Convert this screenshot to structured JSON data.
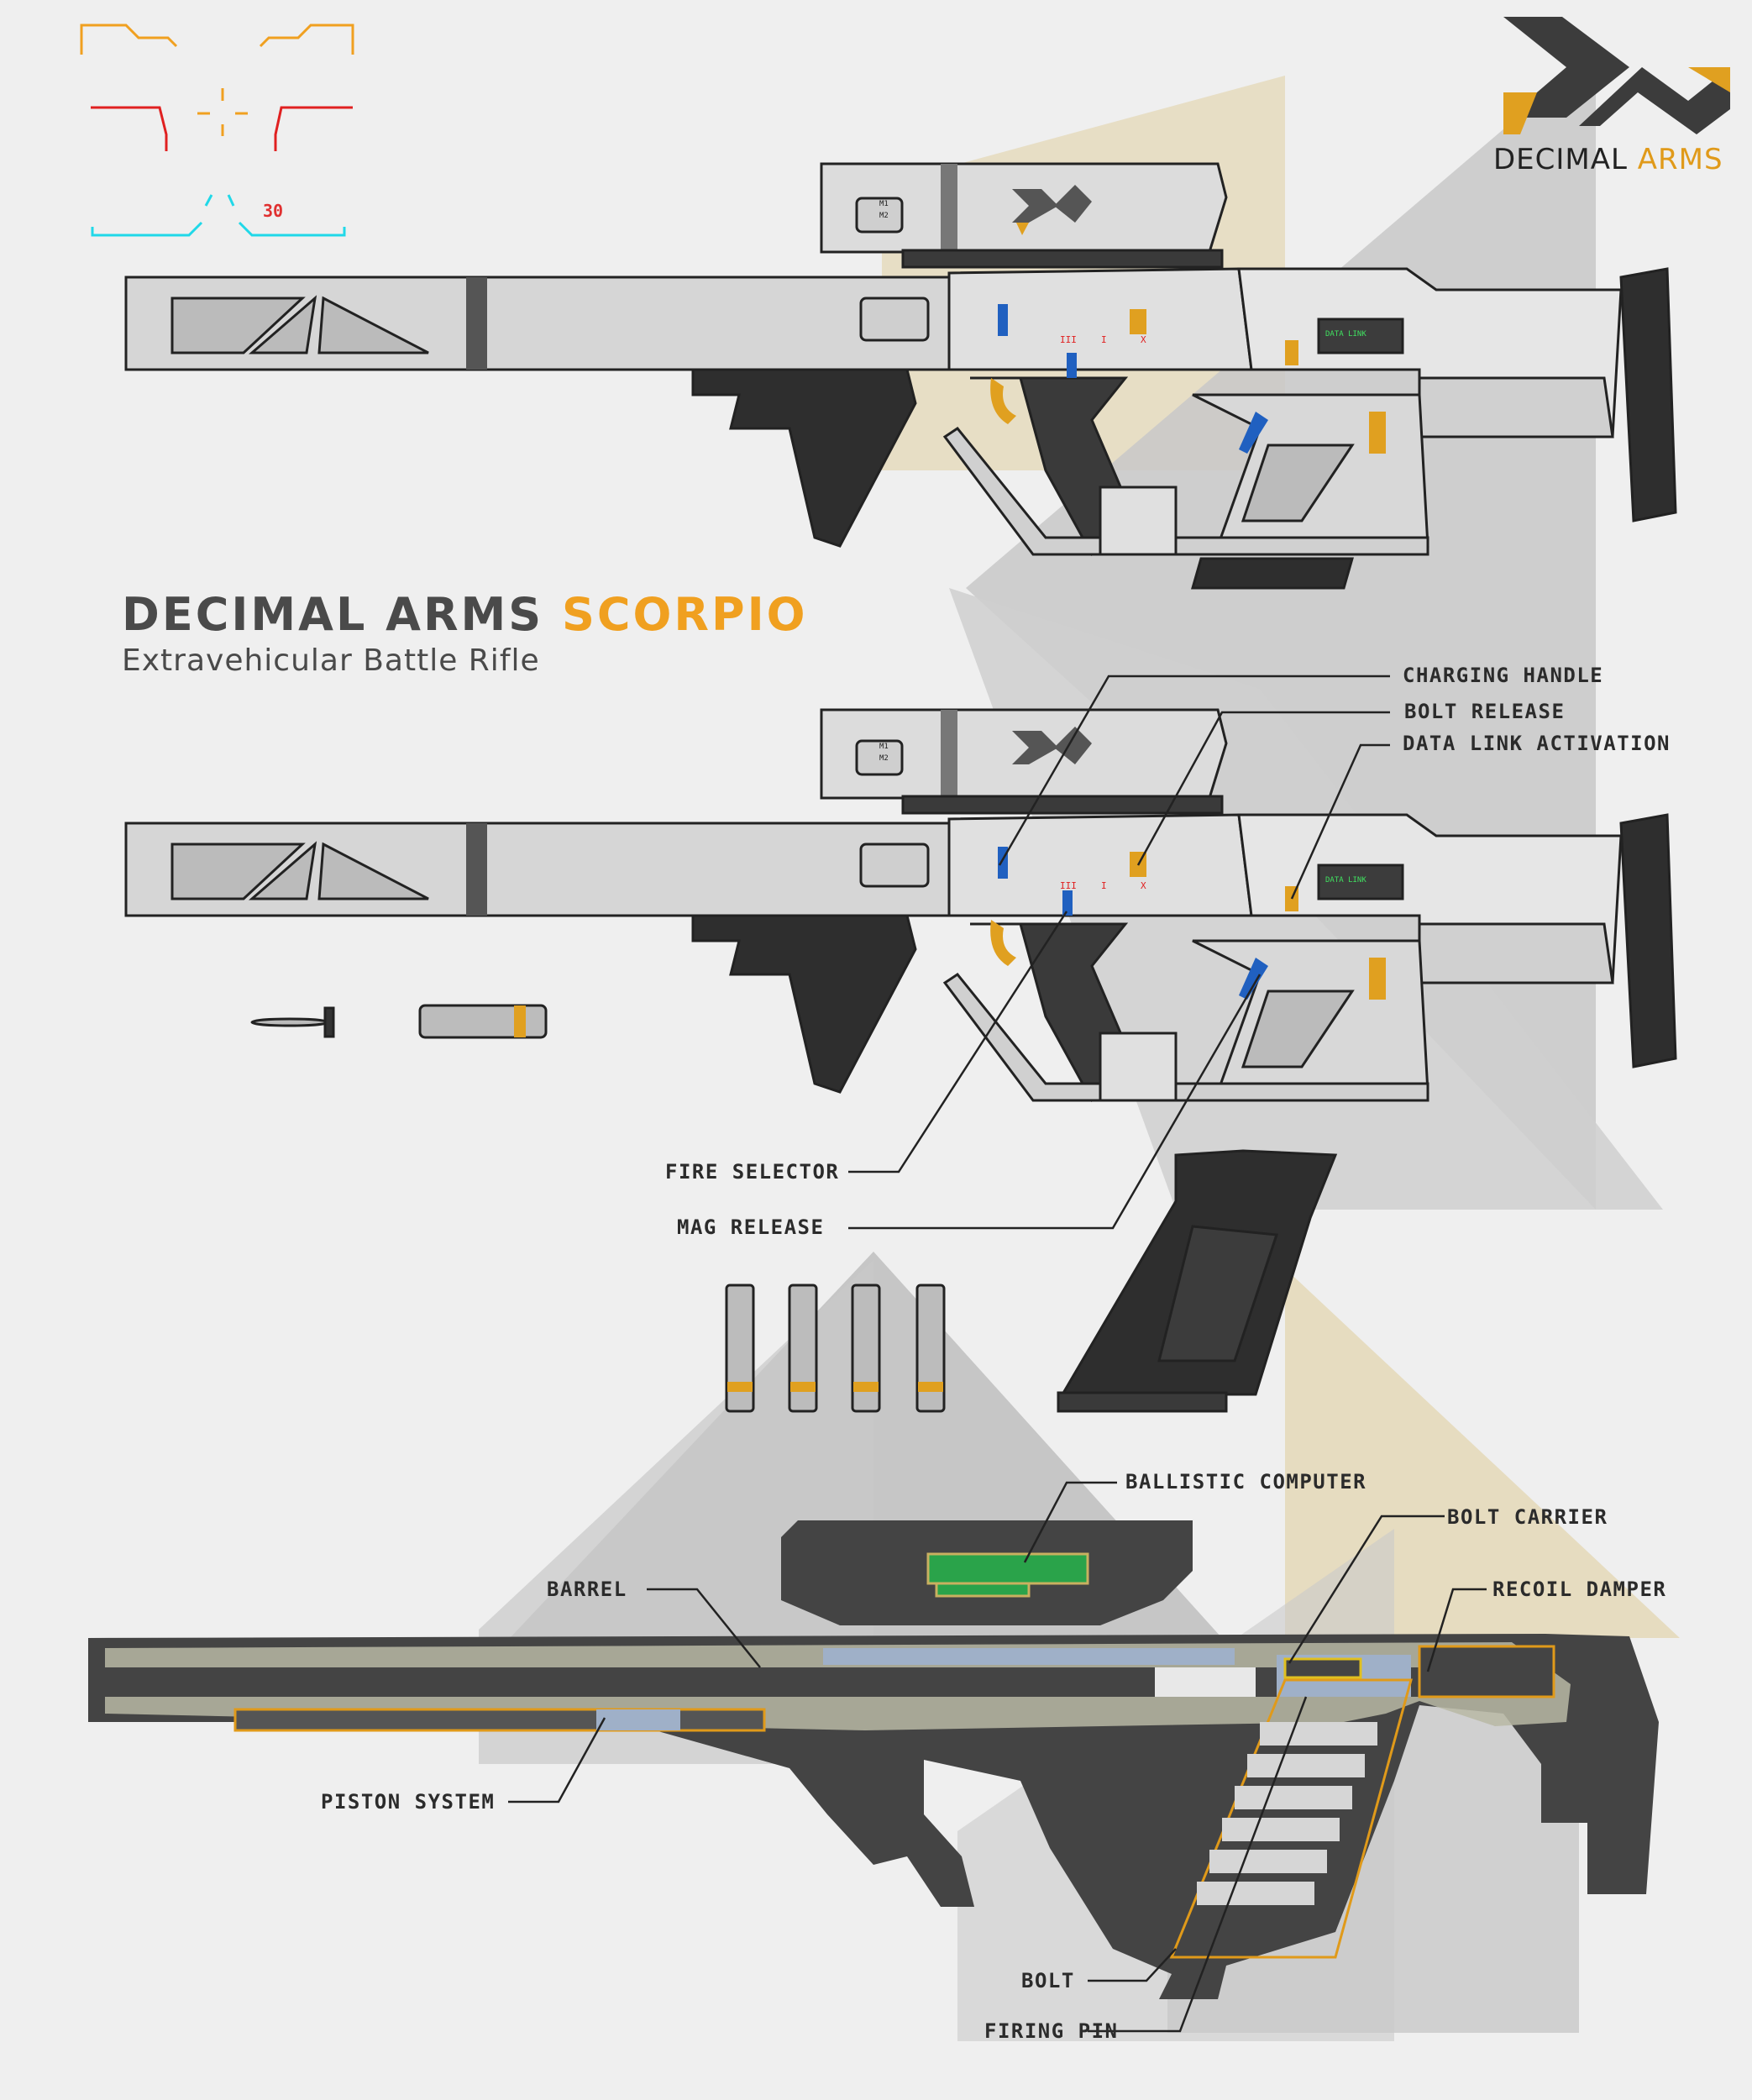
{
  "brand": {
    "name": "DECIMAL",
    "accent": "ARMS"
  },
  "title": {
    "main": "DECIMAL ARMS",
    "accent": "SCORPIO",
    "subtitle": "Extravehicular Battle Rifle"
  },
  "hud": {
    "ammo_count": "30"
  },
  "scope_labels": {
    "m1": "M1",
    "m2": "M2"
  },
  "data_link_label": "DATA LINK",
  "selector_marks": {
    "auto": "III",
    "semi": "I",
    "safe": "X"
  },
  "callouts": {
    "charging_handle": "CHARGING HANDLE",
    "bolt_release": "BOLT RELEASE",
    "data_link_activation": "DATA LINK ACTIVATION",
    "fire_selector": "FIRE SELECTOR",
    "mag_release": "MAG RELEASE",
    "ballistic_computer": "BALLISTIC COMPUTER",
    "bolt_carrier": "BOLT CARRIER",
    "barrel": "BARREL",
    "recoil_damper": "RECOIL DAMPER",
    "piston_system": "PISTON SYSTEM",
    "bolt": "BOLT",
    "firing_pin": "FIRING PIN"
  },
  "colors": {
    "background": "#efefef",
    "accent_gold": "#e0a020",
    "dark_grey": "#3c3c3c",
    "light_grey": "#c9c9c9",
    "tan": "#e6dcc0",
    "blue": "#2060c0",
    "hud_orange": "#f0a020",
    "hud_red": "#e02020",
    "hud_cyan": "#20d8e8"
  }
}
